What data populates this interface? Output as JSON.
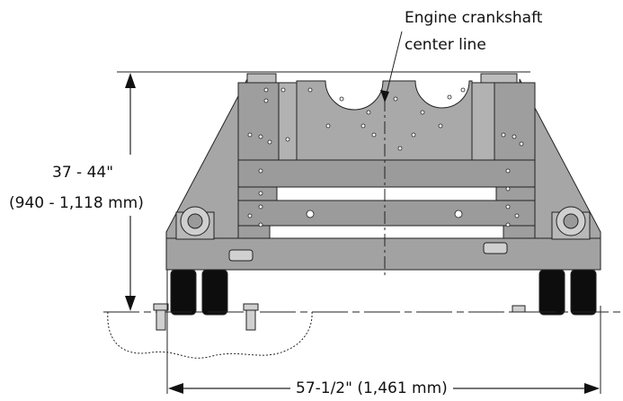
{
  "labels": {
    "crankshaft_line1": "Engine crankshaft",
    "crankshaft_line2": "center line",
    "height_imperial": "37 - 44\"",
    "height_metric": "(940 - 1,118 mm)",
    "width": "57-1/2\" (1,461 mm)"
  },
  "colors": {
    "frame": "#a6a6a6",
    "frame_light": "#bdbdbd",
    "frame_dark": "#8f8f8f",
    "rail": "#9b9b9b",
    "slot": "#ffffff",
    "wheel": "#0d0d0d",
    "outline": "#222222"
  }
}
